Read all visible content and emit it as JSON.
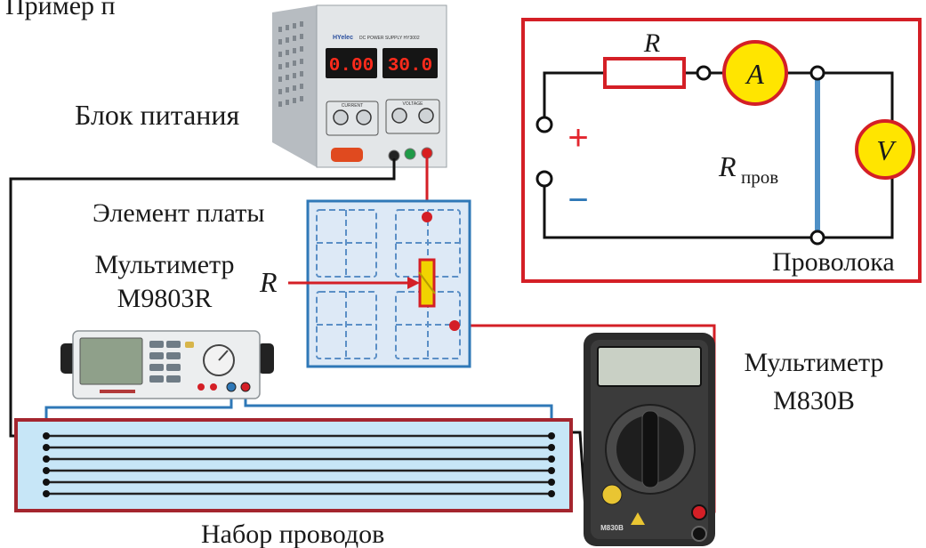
{
  "labels": {
    "top_left_partial": "Пример п",
    "power_supply": "Блок питания",
    "board_element": "Элемент платы",
    "multimeter1_line1": "Мультиметр",
    "multimeter1_line2": "M9803R",
    "resistor_marker": "R",
    "multimeter2_line1": "Мультиметр",
    "multimeter2_line2": "M830B",
    "wire_set": "Набор проводов"
  },
  "power_supply": {
    "brand": "HYelec",
    "model_caption": "DC POWER SUPPLY HY3002",
    "display_current": "0.00",
    "display_voltage": "30.0",
    "current_label": "CURRENT",
    "voltage_label": "VOLTAGE"
  },
  "multimeter_m830b": {
    "model": "M830B"
  },
  "schematic": {
    "resistor": "R",
    "ammeter": "A",
    "voltmeter": "V",
    "plus": "+",
    "minus": "−",
    "wire_resistance_main": "R",
    "wire_resistance_sub": "пров",
    "wire_caption": "Проволока"
  },
  "colors": {
    "frame_red": "#d41f26",
    "meter_yellow": "#ffe500",
    "board_blue": "#2f78b7",
    "wire_blue": "#4f90c6",
    "resistor_yellow": "#f1d300",
    "display_red": "#ff2b1c"
  }
}
